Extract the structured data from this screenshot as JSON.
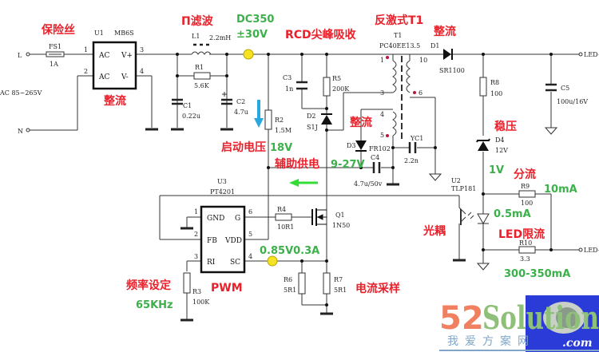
{
  "diagram": {
    "title": "LED driver flyback schematic",
    "annotations": {
      "fuse": "保险丝",
      "rectifier_bridge": "整流",
      "pi_filter": "Π滤波",
      "dc_bus": "DC350",
      "dc_bus_tol": "±30V",
      "rcd_snubber": "RCD尖峰吸收",
      "flyback": "反激式T1",
      "output_rectify": "整流",
      "aux_rectify": "整流",
      "startup_voltage": "启动电压",
      "startup_value": "18V",
      "aux_supply": "辅助供电",
      "aux_supply_value": "9-27V",
      "regulator": "稳压",
      "zener_drop": "1V",
      "shunt": "分流",
      "shunt_current": "10mA",
      "opto_current": "0.5mA",
      "optocoupler": "光耦",
      "led_limit": "LED限流",
      "led_current": "300-350mA",
      "freq_set": "频率设定",
      "freq_value": "65KHz",
      "pwm": "PWM",
      "sense_value": "0.85V0.3A",
      "current_sense": "电流采样"
    },
    "terminals": {
      "L": "L",
      "N": "N",
      "ac_input": "AC 85~265V",
      "led_plus": "LED+",
      "led_minus": "LED-"
    },
    "components": {
      "FS1": {
        "ref": "FS1",
        "value": "1A"
      },
      "U1": {
        "ref": "U1",
        "value": "MB6S",
        "pins": [
          "1",
          "2",
          "3",
          "4"
        ],
        "labels": [
          "AC",
          "AC",
          "V+",
          "V-"
        ]
      },
      "L1": {
        "ref": "L1",
        "value": "2.2mH"
      },
      "R1": {
        "ref": "R1",
        "value": "5.6K"
      },
      "C1": {
        "ref": "C1",
        "value": "0.22u"
      },
      "C2": {
        "ref": "C2",
        "value": "4.7u"
      },
      "R2": {
        "ref": "R2",
        "value": "1.5M"
      },
      "C3": {
        "ref": "C3",
        "value": "1n"
      },
      "R5": {
        "ref": "R5",
        "value": "200K"
      },
      "D2": {
        "ref": "D2",
        "value": "S1J"
      },
      "T1": {
        "ref": "T1",
        "value": "PC40EE13.5",
        "pins": [
          "1",
          "3",
          "4",
          "5",
          "10",
          "6"
        ]
      },
      "D1": {
        "ref": "D1",
        "value": "SR1100"
      },
      "D3": {
        "ref": "D3",
        "value": "FR102"
      },
      "C4": {
        "ref": "C4",
        "value": "4.7u/50v"
      },
      "YC1": {
        "ref": "YC1",
        "value": "2.2n"
      },
      "R8": {
        "ref": "R8",
        "value": "100"
      },
      "C5": {
        "ref": "C5",
        "value": "100u/16V"
      },
      "D4": {
        "ref": "D4",
        "value": "12V"
      },
      "U2": {
        "ref": "U2",
        "value": "TLP181"
      },
      "R9": {
        "ref": "R9",
        "value": "100"
      },
      "R10": {
        "ref": "R10",
        "value": "3.3"
      },
      "U3": {
        "ref": "U3",
        "value": "PT4201",
        "pins": [
          "1",
          "2",
          "3",
          "6",
          "5",
          "4"
        ],
        "labels": [
          "GND",
          "FB",
          "RI",
          "G",
          "VDD",
          "SC"
        ]
      },
      "R4": {
        "ref": "R4",
        "value": "10R1"
      },
      "Q1": {
        "ref": "Q1",
        "value": "1N50"
      },
      "R3": {
        "ref": "R3",
        "value": "100K"
      },
      "R6": {
        "ref": "R6",
        "value": "5R1"
      },
      "R7": {
        "ref": "R7",
        "value": "5R1"
      }
    },
    "watermark": {
      "brand_num": "52",
      "brand_word": "Solution",
      "sub": "我爱方案网",
      "domain": ".com"
    }
  },
  "colors": {
    "annotation_red": "#e8212b",
    "annotation_green": "#3cb04a",
    "arrow_blue": "#29a8e0",
    "arrow_green": "#33dd33",
    "node_yellow": "#f5e323",
    "dot_red": "#c0143c"
  }
}
